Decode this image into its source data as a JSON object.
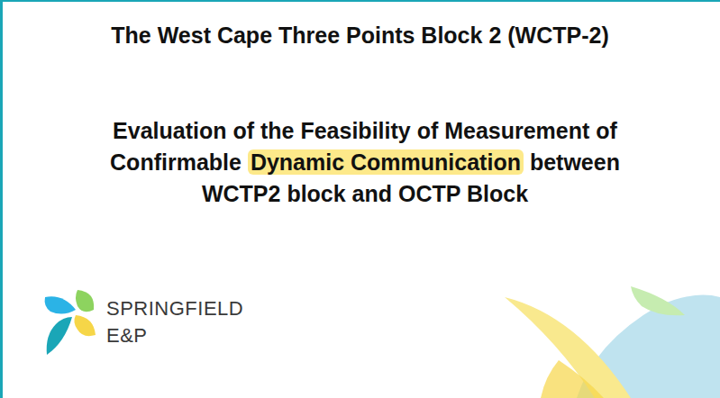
{
  "diagram": {
    "title": "The West Cape Three Points Block 2 (WCTP-2)",
    "labels": [
      "Evaluation of the Feasibility of Measurement of",
      "Confirmable",
      "Dynamic Communication",
      "between",
      "WCTP2 block and OCTP Block",
      "SPRINGFIELD",
      "E&P"
    ]
  }
}
